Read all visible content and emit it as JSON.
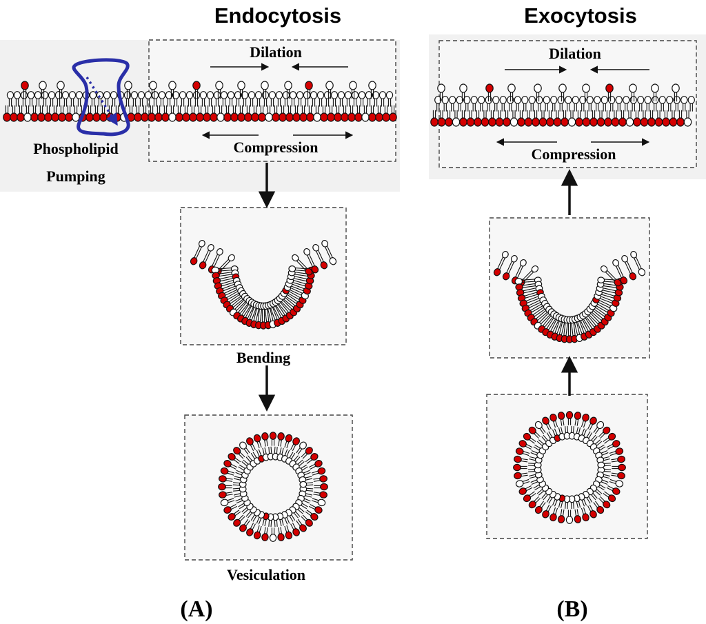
{
  "colors": {
    "head_outer": "#d40000",
    "head_plain": "#ffffff",
    "outline": "#111111",
    "pump": "#2a2fa8",
    "panel_bg": "#f7f7f7"
  },
  "endocytosis": {
    "title": "Endocytosis",
    "dilation": "Dilation",
    "compression": "Compression",
    "pumping_line1": "Phospholipid",
    "pumping_line2": "Pumping",
    "bending": "Bending",
    "vesiculation": "Vesiculation",
    "panel_label": "(A)"
  },
  "exocytosis": {
    "title": "Exocytosis",
    "dilation": "Dilation",
    "compression": "Compression",
    "panel_label": "(B)"
  }
}
